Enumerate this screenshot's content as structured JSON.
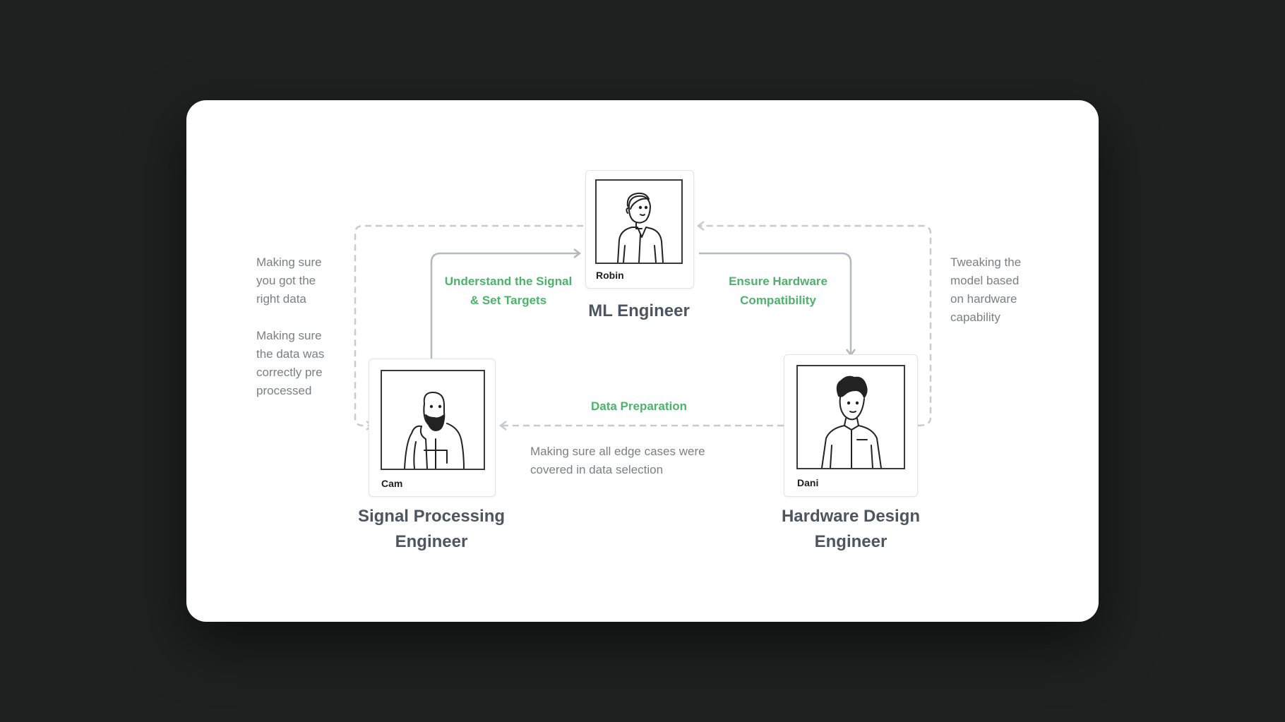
{
  "people": {
    "ml": {
      "name": "Robin",
      "role": "ML Engineer"
    },
    "signal": {
      "name": "Cam",
      "role_line1": "Signal Processing",
      "role_line2": "Engineer"
    },
    "hardware": {
      "name": "Dani",
      "role_line1": "Hardware Design",
      "role_line2": "Engineer"
    }
  },
  "connections": {
    "signal_to_ml": {
      "line1": "Understand the Signal",
      "line2": "& Set Targets"
    },
    "ml_to_hardware": {
      "line1": "Ensure Hardware",
      "line2": "Compatibility"
    },
    "hardware_to_signal": {
      "label": "Data Preparation"
    }
  },
  "notes": {
    "left_a": [
      "Making sure",
      "you got the",
      "right data"
    ],
    "left_b": [
      "Making sure",
      "the data was",
      "correctly pre",
      "processed"
    ],
    "right": [
      "Tweaking the",
      "model based",
      "on hardware",
      "capability"
    ],
    "bottom": [
      "Making sure all edge cases were",
      "covered in data selection"
    ]
  },
  "colors": {
    "background": "#1f2020",
    "card": "#ffffff",
    "accent_green": "#4cb36b",
    "role_text": "#4d5660",
    "note_text": "#7b7f83",
    "solid_line": "#b5b9bd",
    "dashed_line": "#c8cbce"
  }
}
